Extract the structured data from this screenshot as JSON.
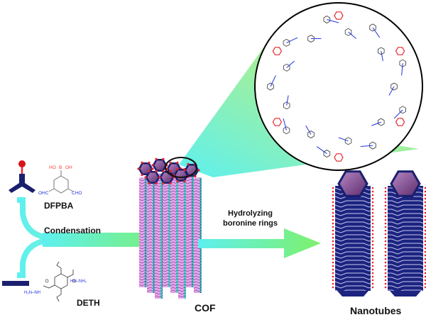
{
  "diagram": {
    "title": "Synthesis of COF and hydrolysis to nanotubes",
    "monomers": [
      {
        "name": "DFPBA",
        "groups": {
          "top_left": "HO",
          "boron": "B",
          "top_right": "OH",
          "left": "OHC",
          "right": "CHO"
        },
        "symbol": "tripod-with-red-bead"
      },
      {
        "name": "DETH",
        "groups": {
          "left": "H₂N–NH",
          "right": "HN–NH₂"
        },
        "symbol": "navy-bar"
      }
    ],
    "steps": [
      {
        "label": "Condensation",
        "from": [
          "DFPBA",
          "DETH"
        ],
        "to": "COF"
      },
      {
        "label_lines": [
          "Hydrolyzing",
          "boronine rings"
        ],
        "from": "COF",
        "to": "Nanotubes"
      }
    ],
    "products": {
      "cof_label": "COF",
      "nanotubes_label": "Nanotubes"
    },
    "inset": {
      "description": "Zoomed structure of hexagonal COF pore: benzene linkers with hydrazone (blue) and boroxine rings (red)"
    },
    "colors": {
      "arrow_start": "#5ef0f0",
      "arrow_end": "#7ef06a",
      "navy": "#1a1f6e",
      "boron_red": "#e8242a",
      "hydrazone_blue": "#2233dd",
      "cof_pink": "#d98fe0",
      "cof_teal": "#4fc7c8",
      "pore_purple": "#7a3a8a"
    }
  }
}
